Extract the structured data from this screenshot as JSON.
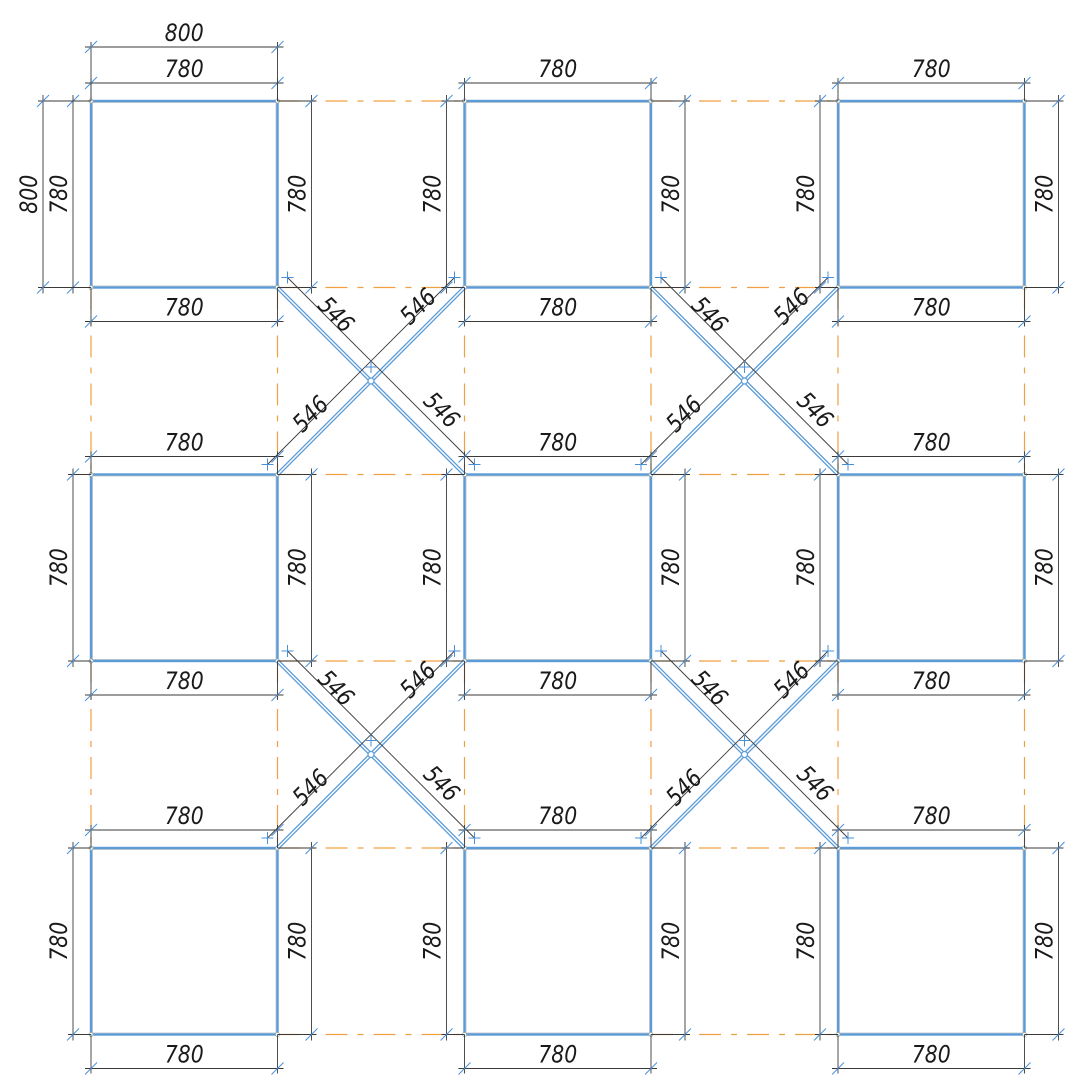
{
  "drawing": {
    "overall_size_label": "800",
    "square_side_label": "780",
    "diagonal_half_label": "546",
    "grid": {
      "rows": 3,
      "cols": 3
    },
    "colors": {
      "panel_edge": "#5b9bd8",
      "dimension_line": "#3a3a3a",
      "tick": "#4a90d9",
      "axis_dash": "#f0a040",
      "text": "#1a1a1a"
    }
  }
}
